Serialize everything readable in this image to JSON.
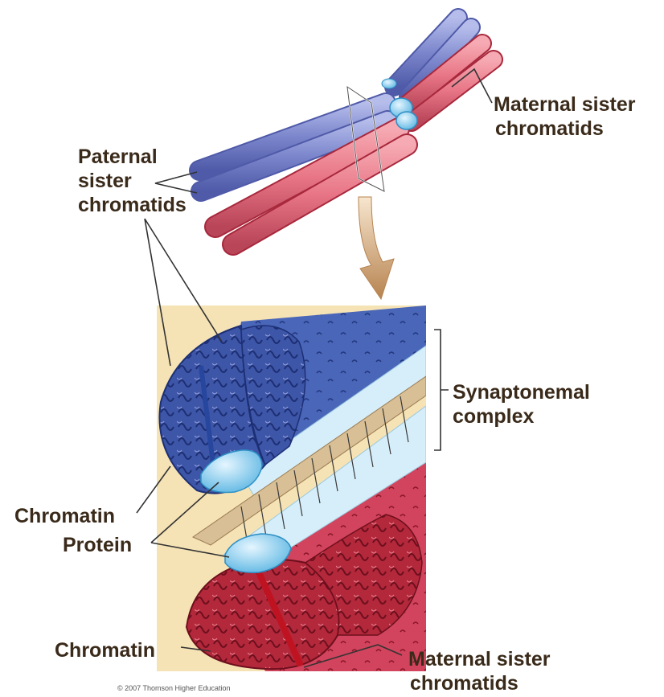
{
  "labels": {
    "maternal_top": [
      "Maternal sister",
      "chromatids"
    ],
    "paternal": [
      "Paternal",
      "sister",
      "chromatids"
    ],
    "synaptonemal": [
      "Synaptonemal",
      "complex"
    ],
    "chromatin_1": "Chromatin",
    "protein": "Protein",
    "chromatin_2": "Chromatin",
    "maternal_bottom": [
      "Maternal sister",
      "chromatids"
    ]
  },
  "copyright": "© 2007 Thomson Higher Education",
  "colors": {
    "paternal": "#7b86cc",
    "paternal_dark": "#3b4f9e",
    "maternal": "#e87585",
    "maternal_dark": "#a8283c",
    "protein": "#8fd3f0",
    "background_panel": "#f5e3b5",
    "central_element": "#d9bf95",
    "lateral_element": "#d6eef9",
    "arrow": "#c08a55"
  }
}
